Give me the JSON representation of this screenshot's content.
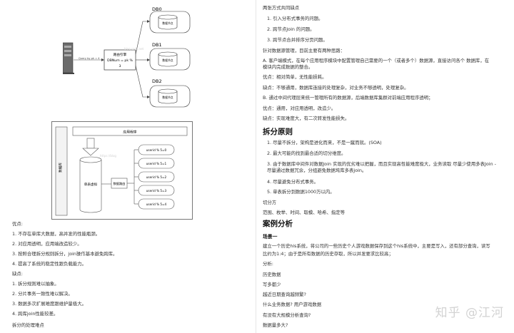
{
  "diagram1": {
    "db0": "DB0",
    "db1": "DB1",
    "db2": "DB2",
    "router_line1": "路由引擎",
    "router_line2": "DBNum = pk %",
    "router_line3": "3",
    "node_label": "数据节点",
    "arrow_label": "Query by pk = 4 …",
    "watermark": "blog.csdn.net"
  },
  "diagram2": {
    "app_label": "应用程序",
    "side_label": "数据库",
    "table_label": "单表虚拟",
    "router_label": "数据路由",
    "shards": [
      "userid % 5=0",
      "userid % 5=1",
      "userid % 5=2",
      "userid % 5=3",
      "userid % 5=4"
    ],
    "watermark": "https://blog"
  },
  "left_lines": [
    "优点:",
    "1. 不存在单库大数据，高并发的性能瓶颈。",
    "2. 对应用透明，应用端改造较少。",
    "3. 按照合理拆分规则拆分，join操作基本避免跨库。",
    "4. 提高了系统的稳定性跟负载能力。",
    "缺点:",
    "1. 拆分规则难以抽象。",
    "2. 分片事务一致性难以解决。",
    "3. 数据多次扩展难度跟维护量极大。",
    "4. 跨库join性能较差。",
    "拆分的处理难点"
  ],
  "right": {
    "intro": "两张方式共同缺点",
    "common": [
      "1. 引入分布式事务的问题。",
      "2. 跨节点Join 的问题。",
      "3. 跨节点合并排序分页问题。"
    ],
    "idea_intro": "针对数据源管理，目前主要有两种思路：",
    "idea_a1": "A. 客户端模式，在每个应用程序模块中配置管理自己需要的一个（或者多个）数据源，直接访问各个 数据库，在",
    "idea_a2": "模块内完成数据的整合。",
    "a_pro": "优点：相对简单，无性能损耗。",
    "a_con": "缺点：不够通用，数据库连接的处理复杂，对业务不够透明，处理复杂。",
    "idea_b": "B. 通过中间代理层来统一管理所有的数据源，后端数据库集群对前端应用程序透明；",
    "b_pro": "优点：通用，对应用透明，改造少。",
    "b_con": "缺点：实现难度大，有二次转发性能损失。",
    "split_title": "拆分原则",
    "split_items": [
      "1. 尽量不拆分，架构是进化而来，不是一蹴而就。(SOA)",
      "2. 最大可能的找到最合适的切分维度。",
      "3. 由于数据库中间件对数据Join 实现的优劣难以把握，而且实现高性能难度极大，业务读取 尽量少使用多表Join -",
      "尽量通过数据冗余，分组避免数据垮库多表join。",
      "4. 尽量避免分布式事务。",
      "5. 单表拆分到数据1000万以内。"
    ],
    "cut_label": "切分方",
    "cut_items": "范围、枚举、时间、取模、哈希、指定等",
    "case_title": "案例分析",
    "scene": "场景一",
    "scene_desc1": "建立一个历史his系统，将公司的一些历史个人游戏数据保存到这个his系统中，主要是写入，还有部分查询，读写",
    "scene_desc2": "比约为1:4；由于是所有数据的历史存取，所以并发要求比较高；",
    "analysis_items": [
      "分析:",
      "历史数据",
      "写多都少",
      "越近日期查询越频繁?",
      "什么业务数据? 用户游戏数据",
      "有没有大规模分析查询?",
      "数据量多大?"
    ]
  },
  "watermark": "知乎 @江河"
}
